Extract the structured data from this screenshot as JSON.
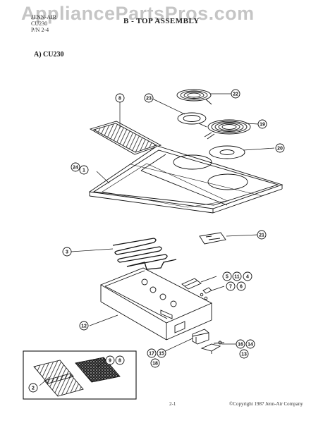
{
  "watermark": "AppliancePartsPros.com",
  "header": {
    "line1": "JENN-AIR",
    "line2": "CU230",
    "line3": "P/N 2-4",
    "title": "B - TOP ASSEMBLY"
  },
  "model_label": "A) CU230",
  "footer": {
    "page": "2-1",
    "copyright": "©Copyright 1987 Jenn-Air Company"
  },
  "callouts": [
    "8",
    "23",
    "22",
    "19",
    "20",
    "24",
    "1",
    "21",
    "3",
    "5",
    "11",
    "4",
    "7",
    "6",
    "12",
    "17",
    "15",
    "18",
    "16",
    "14",
    "13",
    "2",
    "9",
    "8"
  ]
}
